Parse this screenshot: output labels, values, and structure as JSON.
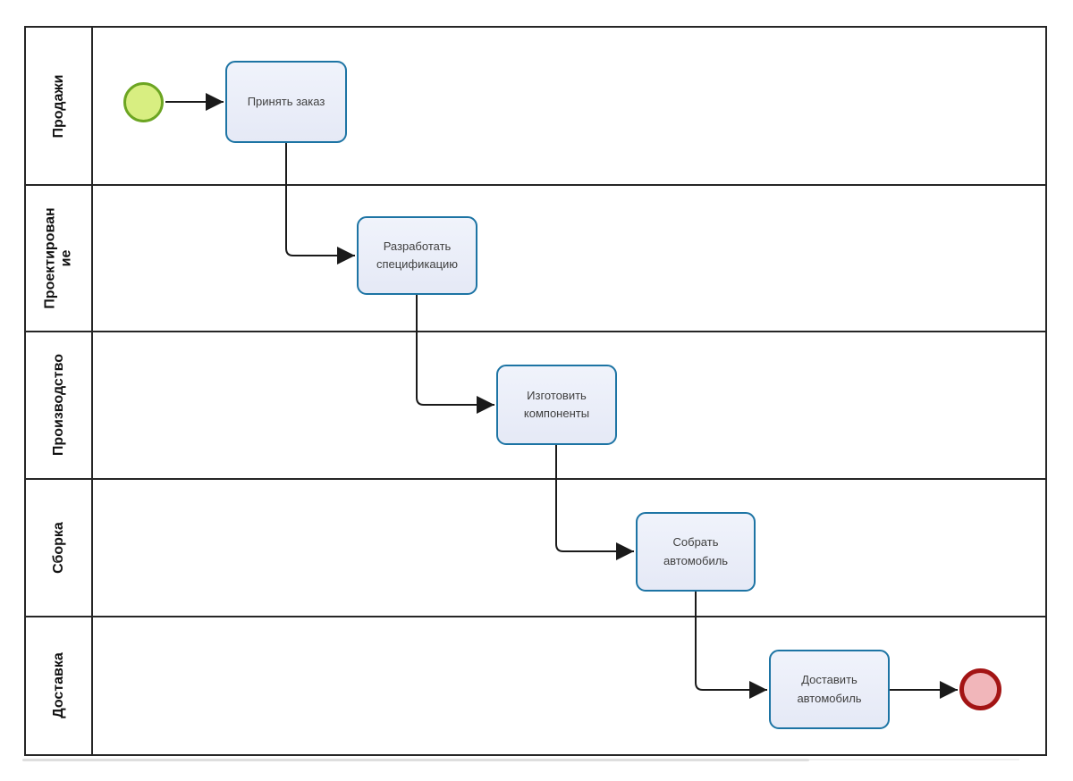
{
  "diagram": {
    "type": "bpmn-swimlane-process",
    "lanes": [
      {
        "label": "Продажи"
      },
      {
        "label": "Проектирование"
      },
      {
        "label": "Производство"
      },
      {
        "label": "Сборка"
      },
      {
        "label": "Доставка"
      }
    ],
    "tasks": [
      {
        "label": "Принять заказ",
        "lane": "Продажи"
      },
      {
        "label": "Разработать спецификацию",
        "lane": "Проектирование"
      },
      {
        "label": "Изготовить компоненты",
        "lane": "Производство"
      },
      {
        "label": "Собрать автомобиль",
        "lane": "Сборка"
      },
      {
        "label": "Доставить автомобиль",
        "lane": "Доставка"
      }
    ],
    "events": {
      "start": {
        "kind": "start-event",
        "lane": "Продажи",
        "fill": "#d8ee81",
        "border": "#6ca522"
      },
      "end": {
        "kind": "end-event",
        "lane": "Доставка",
        "fill": "#f1b6ba",
        "border": "#a31414"
      }
    },
    "flows": [
      {
        "from": "start-event",
        "to": "Принять заказ"
      },
      {
        "from": "Принять заказ",
        "to": "Разработать спецификацию"
      },
      {
        "from": "Разработать спецификацию",
        "to": "Изготовить компоненты"
      },
      {
        "from": "Изготовить компоненты",
        "to": "Собрать автомобиль"
      },
      {
        "from": "Собрать автомобиль",
        "to": "Доставить автомобиль"
      },
      {
        "from": "Доставить автомобиль",
        "to": "end-event"
      }
    ],
    "colors": {
      "task_fill": "#e9edf8",
      "task_border": "#1d74a4",
      "lane_border": "#262626",
      "connector": "#1a1a1a",
      "start_fill": "#d8ee81",
      "start_border": "#6ca522",
      "end_fill": "#f1b6ba",
      "end_border": "#a31414"
    }
  }
}
